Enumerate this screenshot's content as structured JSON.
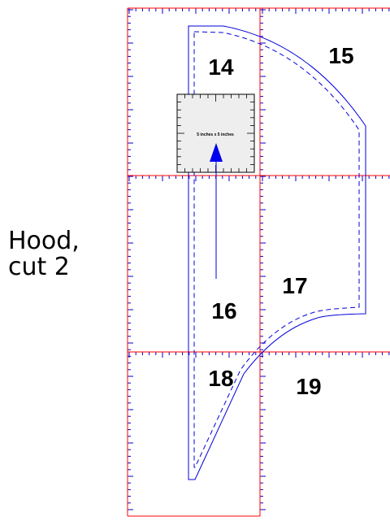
{
  "piece": {
    "label_line1": "Hood,",
    "label_line2": "cut 2"
  },
  "page_numbers": [
    "14",
    "15",
    "16",
    "17",
    "18",
    "19"
  ],
  "test_square": {
    "caption": "5 inches x 5 inches"
  },
  "colors": {
    "page_border": "#ff0000",
    "ruler_ticks": "#0000cc",
    "outline": "#0000dd",
    "grainline": "#0000dd",
    "test_square_fill": "#eeeeee"
  }
}
